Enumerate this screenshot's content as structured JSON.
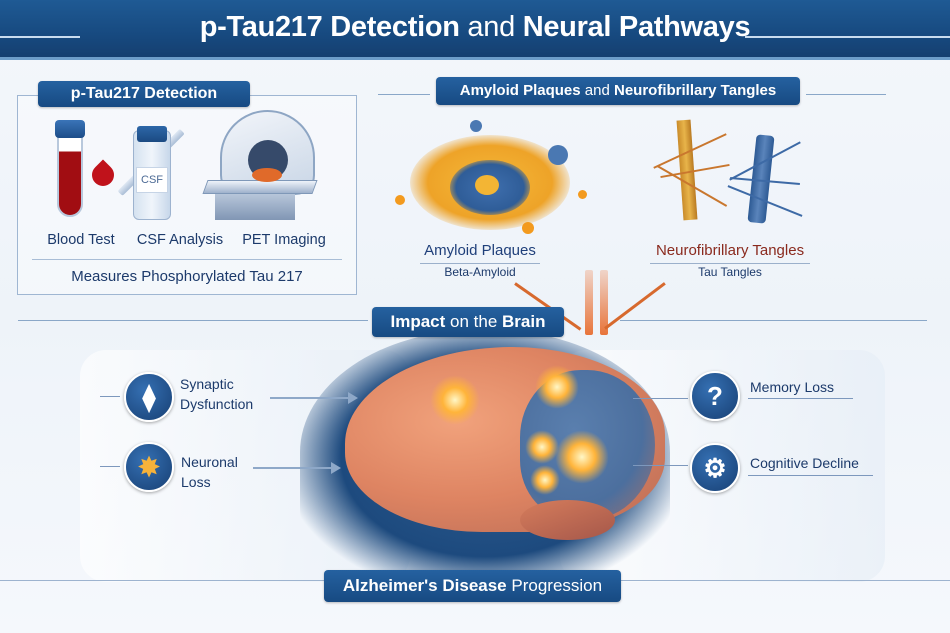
{
  "header": {
    "title_bold_1": "p-Tau217 Detection",
    "title_thin": "and",
    "title_bold_2": "Neural Pathways"
  },
  "detection": {
    "title": "p-Tau217 Detection",
    "methods": [
      {
        "label": "Blood Test",
        "icon": "blood-tube-icon"
      },
      {
        "label": "CSF Analysis",
        "icon": "csf-vial-icon",
        "vial_text": "CSF"
      },
      {
        "label": "PET Imaging",
        "icon": "pet-scanner-icon"
      }
    ],
    "footer": "Measures Phosphorylated Tau 217"
  },
  "pathology": {
    "title_bold_1": "Amyloid Plaques",
    "title_thin": "and",
    "title_bold_2": "Neurofibrillary Tangles",
    "items": [
      {
        "title": "Amyloid Plaques",
        "subtitle": "Beta-Amyloid",
        "title_color": "#1f3f7a"
      },
      {
        "title": "Neurofibrillary Tangles",
        "subtitle": "Tau Tangles",
        "title_color": "#8a2a1e"
      }
    ]
  },
  "impact": {
    "title_bold_1": "Impact",
    "title_thin": "on the",
    "title_bold_2": "Brain",
    "left_items": [
      {
        "line1": "Synaptic",
        "line2": "Dysfunction",
        "icon": "synapse-icon"
      },
      {
        "line1": "Neuronal",
        "line2": "Loss",
        "icon": "neuron-icon"
      }
    ],
    "right_items": [
      {
        "label": "Memory Loss",
        "icon": "head-question-icon",
        "glyph": "?"
      },
      {
        "label": "Cognitive Decline",
        "icon": "head-gear-icon",
        "glyph": "⚙"
      }
    ]
  },
  "footer": {
    "title_bold": "Alzheimer's Disease",
    "title_thin": "Progression"
  },
  "colors": {
    "primary_blue": "#1b4f8a",
    "header_blue": "#174a80",
    "accent_orange": "#e8743a",
    "text_navy": "#1c3a6b",
    "tangle_red": "#8a2a1e"
  }
}
